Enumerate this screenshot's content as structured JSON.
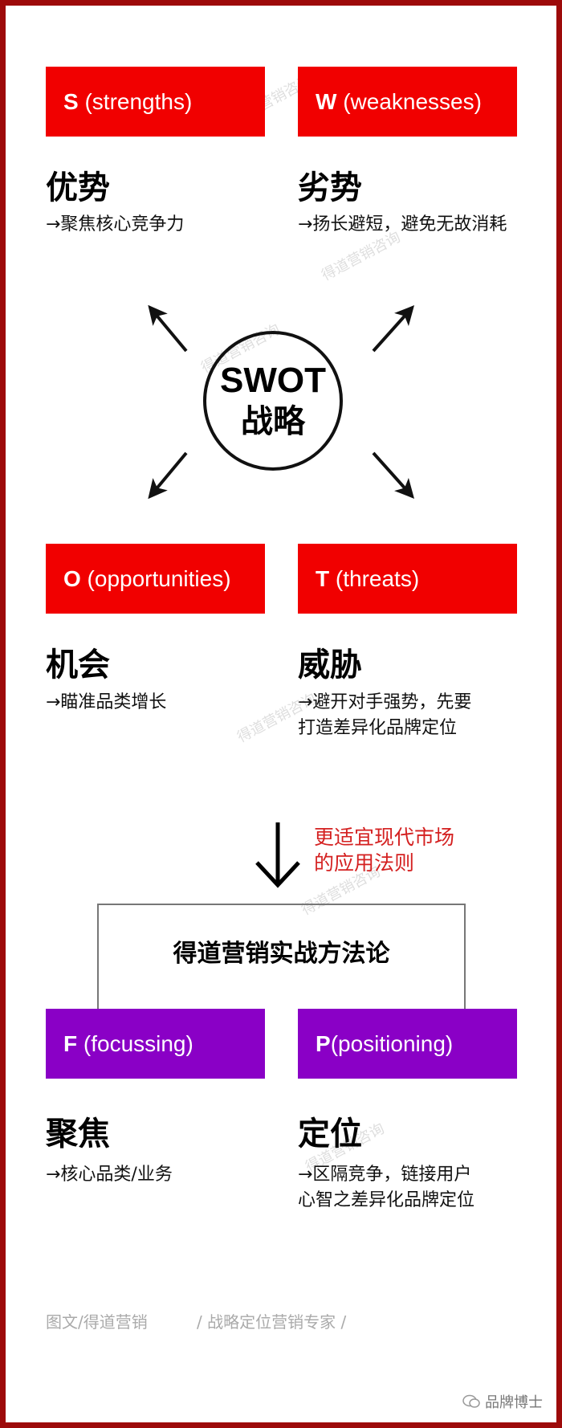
{
  "swot": {
    "s": {
      "letter": "S",
      "label": " (strengths)",
      "title": "优势",
      "desc": [
        "→聚焦核心竞争力"
      ]
    },
    "w": {
      "letter": "W",
      "label": " (weaknesses)",
      "title": "劣势",
      "desc": [
        "→扬长避短，避免无故消耗"
      ]
    },
    "o": {
      "letter": "O",
      "label": " (opportunities)",
      "title": "机会",
      "desc": [
        "→瞄准品类增长"
      ]
    },
    "t": {
      "letter": "T",
      "label": " (threats)",
      "title": "威胁",
      "desc": [
        "→避开对手强势，先要",
        "打造差异化品牌定位"
      ]
    },
    "center": {
      "line1": "SWOT",
      "line2": "战略"
    }
  },
  "transition": {
    "note": [
      "更适宜现代市场",
      "的应用法则"
    ]
  },
  "method": {
    "title": "得道营销实战方法论",
    "f": {
      "letter": "F",
      "label": " (focussing)",
      "title": "聚焦",
      "desc": [
        "→核心品类/业务"
      ]
    },
    "p": {
      "letter": "P",
      "label": "(positioning)",
      "title": "定位",
      "desc": [
        "→区隔竞争，链接用户",
        "心智之差异化品牌定位"
      ]
    }
  },
  "footer": {
    "left": "图文/得道营销",
    "right": "/ 战略定位营销专家 /"
  },
  "brand": {
    "name": "品牌博士"
  },
  "watermark": "得道营销咨询",
  "colors": {
    "red": "#f10000",
    "purple": "#8a00c6",
    "border": "#9d0a0a",
    "note": "#d42020"
  }
}
